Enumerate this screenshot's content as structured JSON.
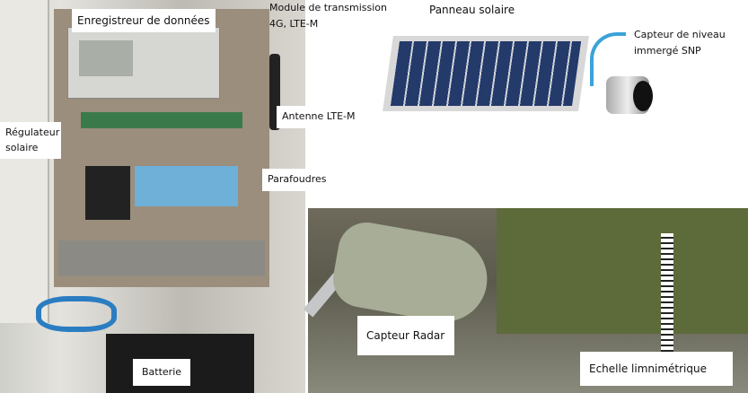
{
  "labels": {
    "logger": "Enregistreur de données",
    "module": "Module de transmission",
    "module2": "4G, LTE-M",
    "solar_panel": "Panneau solaire",
    "level_sensor": "Capteur de niveau",
    "level_sensor2": "immergé SNP",
    "antenna": "Antenne LTE-M",
    "regulator": "Régulateur",
    "regulator2": "solaire",
    "surge": "Parafoudres",
    "radar": "Capteur Radar",
    "battery": "Batterie",
    "gauge": "Echelle limnimétrique"
  }
}
